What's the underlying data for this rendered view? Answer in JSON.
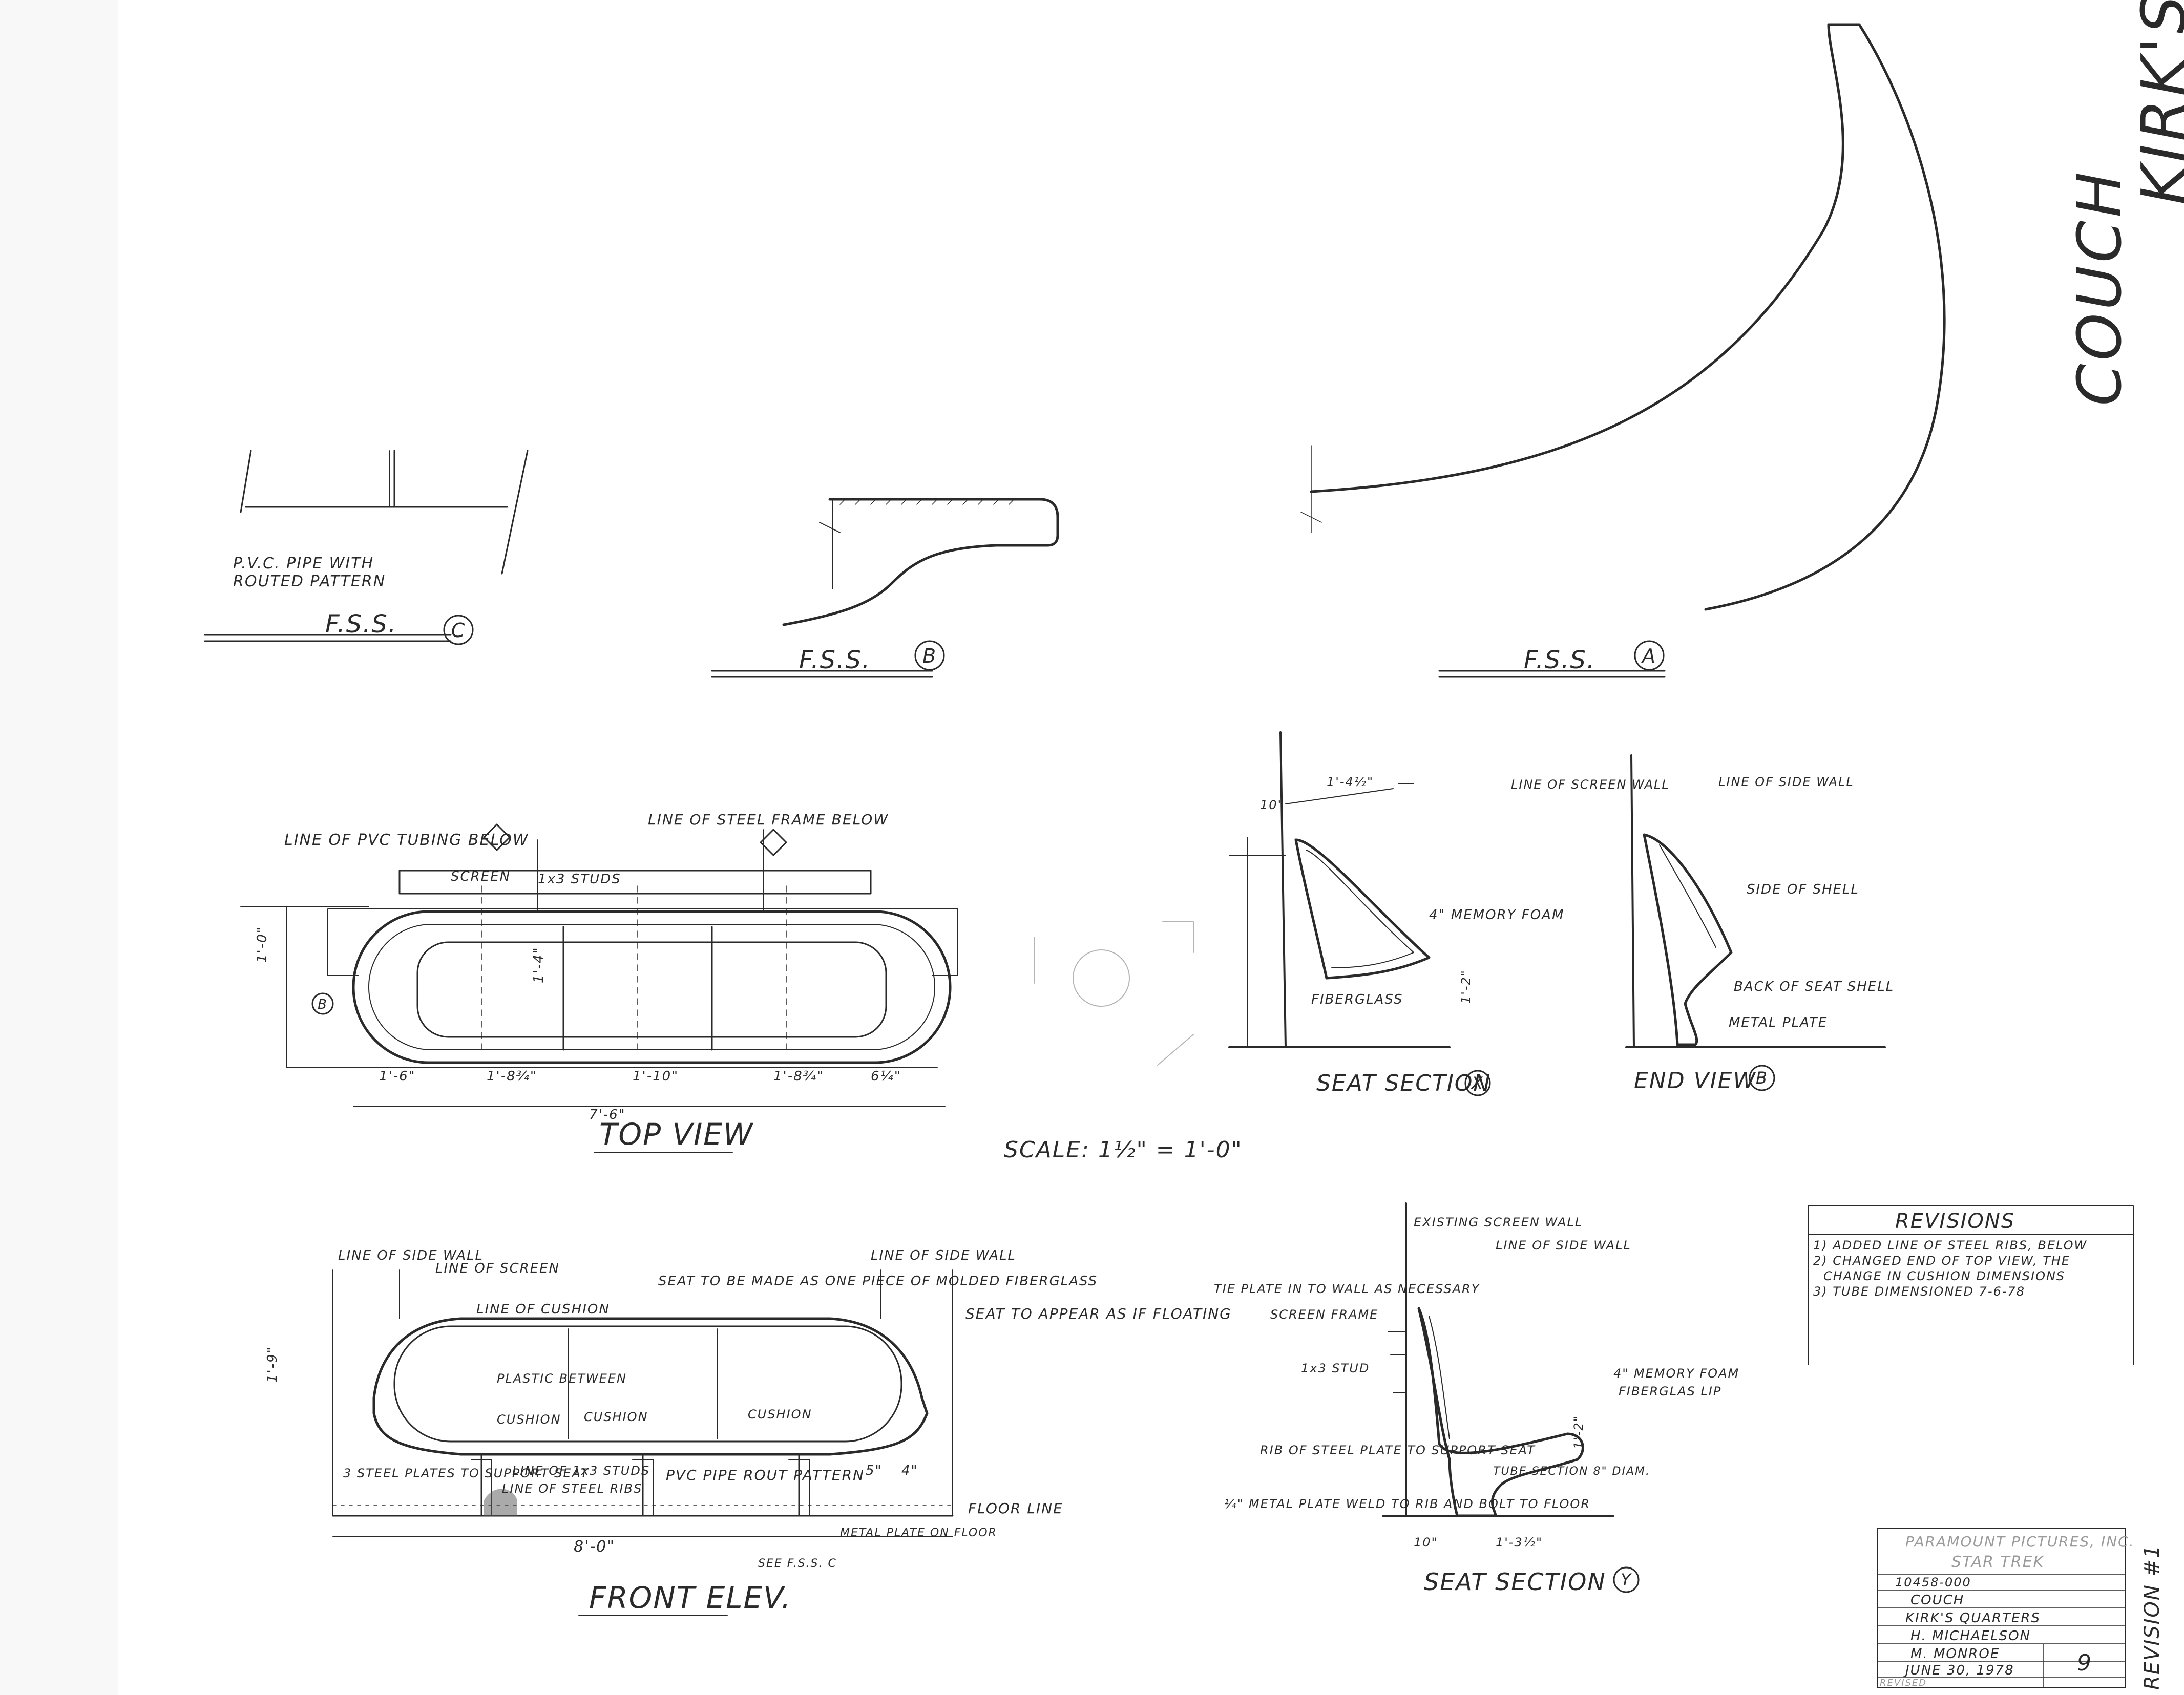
{
  "title": {
    "line1": "COUCH",
    "line2": "KIRK'S"
  },
  "revision_mark": "REVISION #1",
  "scale_note": "SCALE: 1½\" = 1'-0\"",
  "fss_c": {
    "label": "F.S.S.",
    "tag": "C",
    "note_line1": "P.V.C. PIPE WITH",
    "note_line2": "ROUTED PATTERN"
  },
  "fss_b": {
    "label": "F.S.S.",
    "tag": "B"
  },
  "fss_a": {
    "label": "F.S.S.",
    "tag": "A"
  },
  "top_view": {
    "title": "TOP VIEW",
    "notes": {
      "pvc": "LINE OF PVC TUBING BELOW",
      "steel_frame": "LINE OF STEEL FRAME BELOW",
      "screen": "SCREEN",
      "studs": "1x3 STUDS"
    },
    "dims": [
      "1'-6\"",
      "1'-8¾\"",
      "1'-10\"",
      "1'-8¾\"",
      "6¼\"",
      "7'-6\"",
      "1'-0\"",
      "1'-4\""
    ]
  },
  "front_elev": {
    "title": "FRONT ELEV.",
    "notes": {
      "side_wall_l": "LINE OF SIDE WALL",
      "screen": "LINE OF SCREEN",
      "side_wall_r": "LINE OF SIDE WALL",
      "seat": "SEAT TO BE MADE AS ONE PIECE OF MOLDED FIBERGLASS",
      "cushion_line": "LINE OF CUSHION",
      "floating": "SEAT TO APPEAR AS IF FLOATING",
      "plastic": "PLASTIC BETWEEN",
      "cushion": "CUSHION",
      "steel_plates": "3 STEEL PLATES TO SUPPORT SEAT",
      "studs": "LINE OF 1x3 STUDS",
      "ribs": "LINE OF STEEL RIBS",
      "pvc": "PVC PIPE ROUT PATTERN",
      "floor": "FLOOR LINE",
      "metal_plate": "METAL PLATE ON FLOOR",
      "see": "SEE F.S.S. C"
    },
    "dims": [
      "8'-0\"",
      "1'-9\"",
      "5\"",
      "4\""
    ]
  },
  "seat_section_x": {
    "title": "SEAT SECTION",
    "tag": "X",
    "notes": {
      "foam": "4\" MEMORY FOAM",
      "fiberglass": "FIBERGLASS"
    },
    "dims": [
      "10\"",
      "1'-4½\"",
      "1'-2\""
    ]
  },
  "end_view_b": {
    "title": "END VIEW",
    "tag": "B",
    "notes": {
      "screen_wall": "LINE OF SCREEN WALL",
      "side_wall": "LINE OF SIDE WALL",
      "shell": "SIDE OF SHELL",
      "back": "BACK OF SEAT SHELL",
      "metal_plate": "METAL PLATE"
    }
  },
  "seat_section_y": {
    "title": "SEAT SECTION",
    "tag": "Y",
    "notes": {
      "existing": "EXISTING SCREEN WALL",
      "side_wall": "LINE OF SIDE WALL",
      "tie_plate": "TIE PLATE IN TO WALL AS NECESSARY",
      "screen_frame": "SCREEN FRAME",
      "stud": "1x3 STUD",
      "foam": "4\" MEMORY FOAM",
      "lip": "FIBERGLAS LIP",
      "rib": "RIB OF STEEL PLATE TO SUPPORT SEAT",
      "tube": "TUBE SECTION 8\" DIAM.",
      "metal": "¼\" METAL PLATE WELD TO RIB AND BOLT TO FLOOR"
    },
    "dims": [
      "10\"",
      "1'-3½\"",
      "1'-2\""
    ]
  },
  "revisions": {
    "title": "REVISIONS",
    "items": [
      "1) ADDED LINE OF STEEL RIBS, BELOW",
      "2) CHANGED END OF TOP VIEW, THE",
      "CHANGE IN CUSHION DIMENSIONS",
      "3) TUBE DIMENSIONED 7-6-78"
    ]
  },
  "title_block": {
    "company": "PARAMOUNT PICTURES, INC.",
    "production": "STAR TREK",
    "number": "10458-000",
    "item": "COUCH",
    "set": "KIRK'S QUARTERS",
    "drawn": "H. MICHAELSON",
    "approved": "M. MONROE",
    "date": "JUNE 30, 1978",
    "sheet": "9",
    "revised_label": "REVISED"
  }
}
